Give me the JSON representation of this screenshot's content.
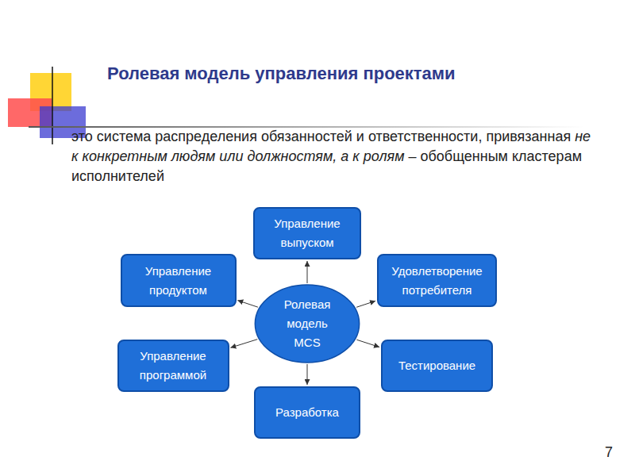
{
  "diagram": {
    "title": "Ролевая модель управления проектами",
    "nodes": [
      {
        "text": [
          "Управление выпуском"
        ]
      },
      {
        "text": [
          "Управление продуктом"
        ]
      },
      {
        "text": [
          "Удовлетворение потребителя"
        ]
      },
      {
        "text": [
          "Ролевая модель MCS"
        ]
      },
      {
        "text": [
          "Управление программой"
        ]
      },
      {
        "text": [
          "Тестирование"
        ]
      },
      {
        "text": [
          "Разработка"
        ]
      }
    ],
    "edges": [
      {
        "from": 3,
        "to": 0,
        "arrow": "to"
      },
      {
        "from": 3,
        "to": 1,
        "arrow": "to"
      },
      {
        "from": 3,
        "to": 2,
        "arrow": "to"
      },
      {
        "from": 3,
        "to": 4,
        "arrow": "to"
      },
      {
        "from": 3,
        "to": 5,
        "arrow": "to"
      },
      {
        "from": 3,
        "to": 6,
        "arrow": "to"
      }
    ],
    "labels": [
      "это система распределения обязанностей и ответственности, привязанная",
      "не к конкретным людям или должностям, а к ролям",
      "– обобщенным кластерам исполнителей",
      "7"
    ]
  }
}
